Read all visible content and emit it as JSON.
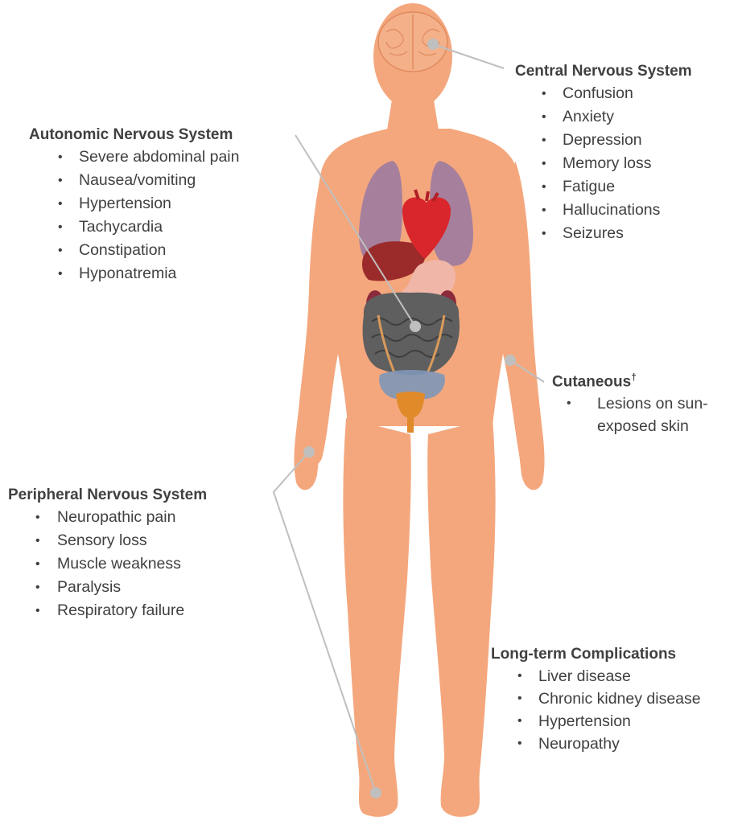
{
  "groups": {
    "cns": {
      "title": "Central Nervous System",
      "items": [
        "Confusion",
        "Anxiety",
        "Depression",
        "Memory loss",
        "Fatigue",
        "Hallucinations",
        "Seizures"
      ]
    },
    "ans": {
      "title": "Autonomic Nervous System",
      "items": [
        "Severe abdominal pain",
        "Nausea/vomiting",
        "Hypertension",
        "Tachycardia",
        "Constipation",
        "Hyponatremia"
      ]
    },
    "cutaneous": {
      "title": "Cutaneous",
      "title_mark": "†",
      "items": [
        "Lesions on sun-",
        "exposed skin"
      ]
    },
    "pns": {
      "title": "Peripheral Nervous System",
      "items": [
        "Neuropathic pain",
        "Sensory loss",
        "Muscle weakness",
        "Paralysis",
        "Respiratory failure"
      ]
    },
    "ltc": {
      "title": "Long-term Complications",
      "items": [
        "Liver disease",
        "Chronic kidney disease",
        "Hypertension",
        "Neuropathy"
      ]
    }
  },
  "colors": {
    "skin": "#f4a77d",
    "connector": "#bfbfbf",
    "lungs": "#9d7ba0",
    "heart": "#d9262c",
    "liver": "#9b2a2a",
    "intestine": "#5f5f5f",
    "bladder": "#e08a2a",
    "text": "#404040"
  }
}
